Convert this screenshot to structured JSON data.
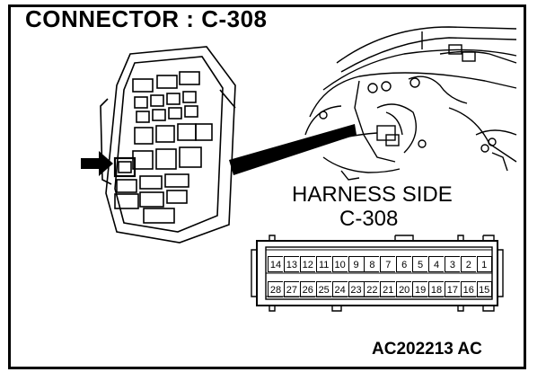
{
  "title": "CONNECTOR : C-308",
  "harness_side_line1": "HARNESS SIDE",
  "harness_side_line2": "C-308",
  "figure_code": "AC202213 AC",
  "connector_pins_top": [
    "14",
    "13",
    "12",
    "11",
    "10",
    "9",
    "8",
    "7",
    "6",
    "5",
    "4",
    "3",
    "2",
    "1"
  ],
  "connector_pins_bottom": [
    "28",
    "27",
    "26",
    "25",
    "24",
    "23",
    "22",
    "21",
    "20",
    "19",
    "18",
    "17",
    "16",
    "15"
  ],
  "icons": [
    "pointer-arrow-icon",
    "junction-block-illustration",
    "dashboard-harness-illustration",
    "connector-face-illustration"
  ]
}
